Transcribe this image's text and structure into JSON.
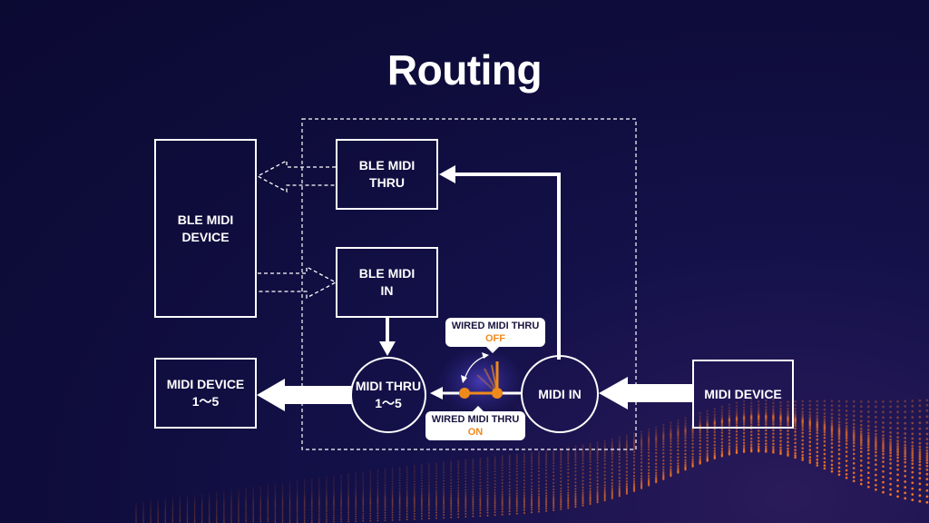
{
  "title": "Routing",
  "nodes": {
    "ble_device": [
      "BLE MIDI",
      "DEVICE"
    ],
    "ble_thru": [
      "BLE MIDI",
      "THRU"
    ],
    "ble_in": [
      "BLE MIDI",
      "IN"
    ],
    "midi_device_out": [
      "MIDI DEVICE",
      "1～5"
    ],
    "midi_thru": [
      "MIDI THRU",
      "1～5"
    ],
    "midi_in": [
      "MIDI IN"
    ],
    "midi_device_in": [
      "MIDI DEVICE"
    ]
  },
  "switch": {
    "off": {
      "label": "WIRED MIDI THRU",
      "state": "OFF"
    },
    "on": {
      "label": "WIRED MIDI THRU",
      "state": "ON"
    }
  },
  "colors": {
    "background": "#0e0c3a",
    "line": "#ffffff",
    "accent": "#ee8a1c",
    "callout_text": "#1a1540"
  }
}
